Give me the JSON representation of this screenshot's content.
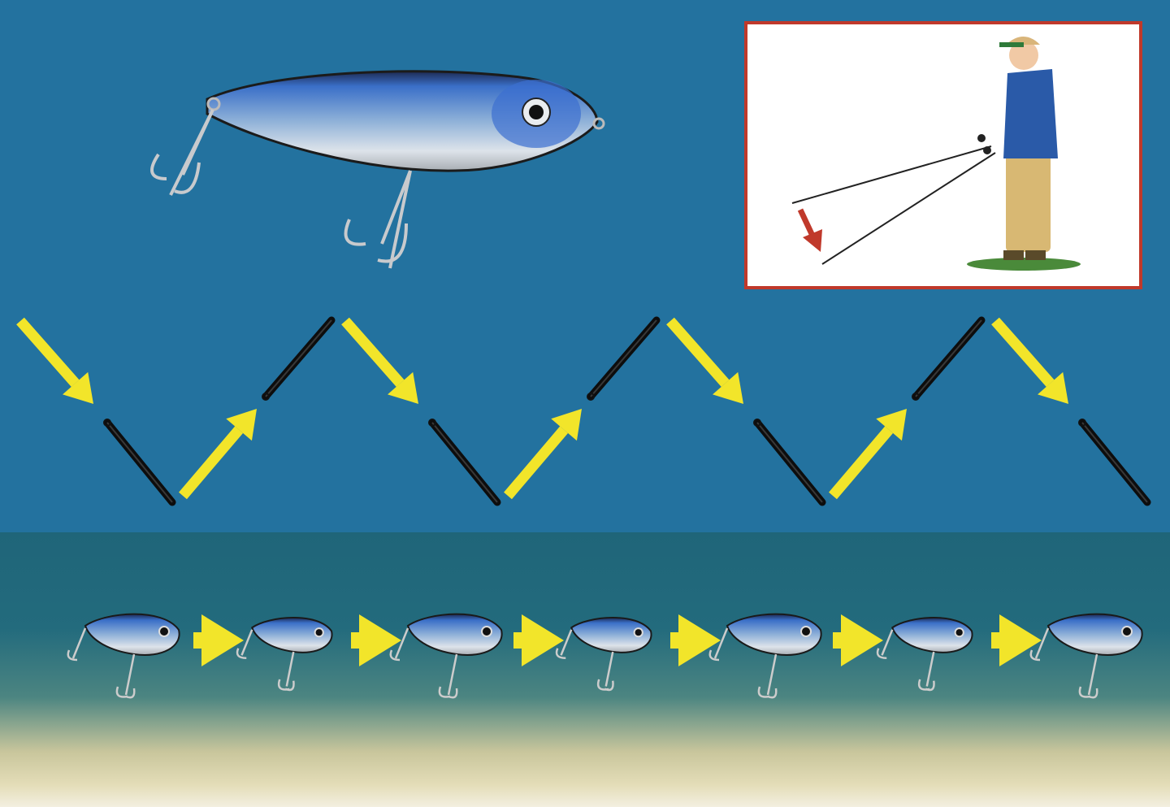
{
  "colors": {
    "water_top": "#23729f",
    "water_deep": "#21677f",
    "sand": "#d9d3a6",
    "arrow_yellow": "#f2e52a",
    "inset_border": "#c0392b",
    "lure_blue": "#2f5fb8"
  },
  "icons": {
    "lure": "jerkbait-lure-icon",
    "arrow": "yellow-arrow-icon",
    "angler": "angler-with-rods-icon",
    "down_arrow": "red-down-arrow-icon"
  },
  "zigzag": {
    "lure_count": 7,
    "arrow_count": 7
  },
  "bottom_row": {
    "lure_count": 7,
    "arrow_count": 6
  }
}
